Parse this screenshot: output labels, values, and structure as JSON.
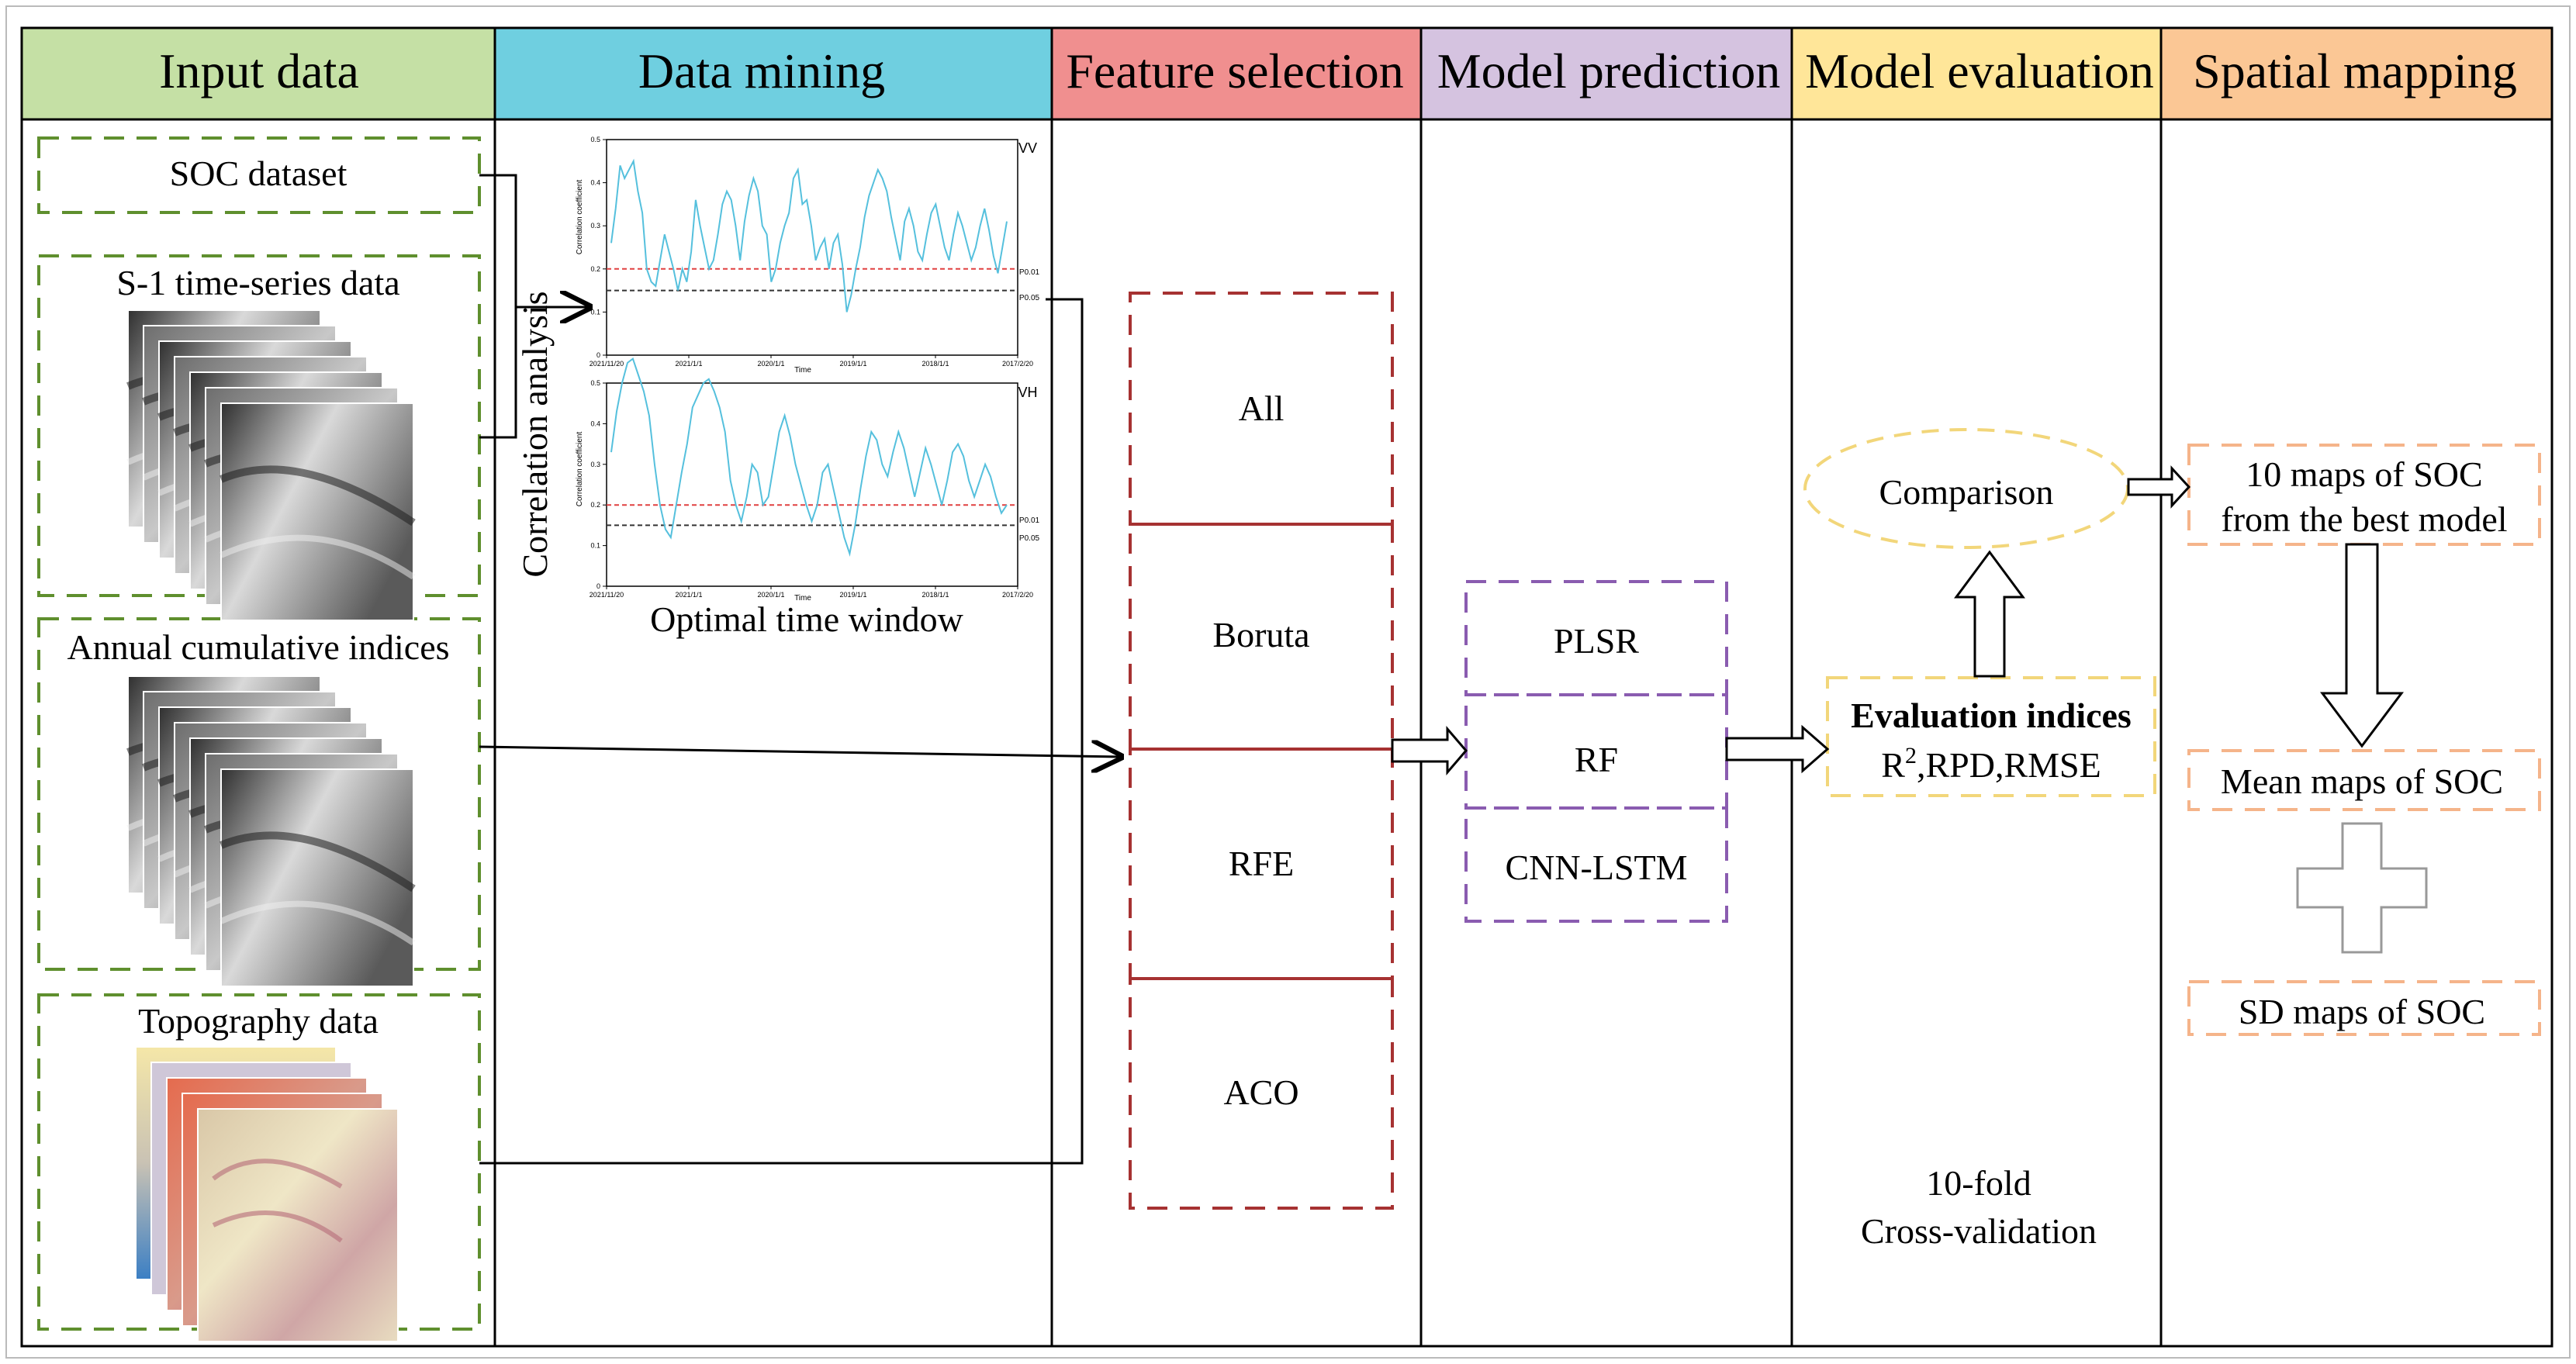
{
  "columns": [
    {
      "title": "Input data",
      "color": "#c5e0a5"
    },
    {
      "title": "Data mining",
      "color": "#6fcfe0"
    },
    {
      "title": "Feature selection",
      "color": "#f08f8f"
    },
    {
      "title": "Model prediction",
      "color": "#d5c3e0"
    },
    {
      "title": "Model evaluation",
      "color": "#ffe699"
    },
    {
      "title": "Spatial mapping",
      "color": "#fbc795"
    }
  ],
  "input": {
    "soc": "SOC dataset",
    "s1": "S-1 time-series data",
    "annual": "Annual cumulative indices",
    "topo": "Topography data"
  },
  "mining": {
    "correlation": "Correlation analysis",
    "window": "Optimal time window",
    "vv_tag": "VV",
    "vh_tag": "VH",
    "ylabel": "Correlation coefficient",
    "xlabel": "Time",
    "yticks": [
      "0.5",
      "0.4",
      "0.3",
      "0.2",
      "0.1",
      "0"
    ],
    "xticks": [
      "2021/11/20",
      "2021/1/1",
      "2020/1/1",
      "2019/1/1",
      "2018/1/1",
      "2017/2/20"
    ],
    "p001": "P0.01",
    "p005": "P0.05"
  },
  "features": [
    "All",
    "Boruta",
    "RFE",
    "ACO"
  ],
  "models": [
    "PLSR",
    "RF",
    "CNN-LSTM"
  ],
  "evaluation": {
    "comparison": "Comparison",
    "indices_title": "Evaluation indices",
    "indices_r": "R",
    "indices_sup": "2",
    "indices_rest": ",RPD,RMSE",
    "cv_line1": "10-fold",
    "cv_line2": "Cross-validation"
  },
  "mapping": {
    "maps_line1": "10 maps of SOC",
    "maps_line2": "from the best model",
    "mean": "Mean maps of SOC",
    "sd": "SD maps of SOC"
  },
  "colors": {
    "green_dash": "#5f8f2e",
    "red_dash": "#a63232",
    "purple_dash": "#8a5cb0",
    "yellow_dash": "#f2d67a",
    "orange_dash": "#f5b48a",
    "series": "#55c0dd",
    "p001_line": "#e04040",
    "p005_line": "#333333"
  },
  "chart_data": [
    {
      "type": "line",
      "tag": "VV",
      "xlabel": "Time",
      "ylabel": "Correlation coefficient",
      "ylim": [
        0,
        0.5
      ],
      "x_ticks": [
        "2021/11/20",
        "2021/1/1",
        "2020/1/1",
        "2019/1/1",
        "2018/1/1",
        "2017/2/20"
      ],
      "thresholds": [
        {
          "name": "P0.01",
          "value": 0.2
        },
        {
          "name": "P0.05",
          "value": 0.15
        }
      ],
      "values": [
        0.26,
        0.34,
        0.44,
        0.41,
        0.43,
        0.45,
        0.38,
        0.33,
        0.2,
        0.17,
        0.16,
        0.22,
        0.28,
        0.24,
        0.2,
        0.15,
        0.2,
        0.17,
        0.24,
        0.36,
        0.3,
        0.25,
        0.2,
        0.22,
        0.28,
        0.35,
        0.38,
        0.36,
        0.3,
        0.22,
        0.31,
        0.37,
        0.41,
        0.38,
        0.3,
        0.28,
        0.17,
        0.2,
        0.26,
        0.3,
        0.33,
        0.41,
        0.43,
        0.35,
        0.36,
        0.3,
        0.22,
        0.25,
        0.27,
        0.2,
        0.26,
        0.28,
        0.21,
        0.1,
        0.14,
        0.2,
        0.25,
        0.32,
        0.37,
        0.4,
        0.43,
        0.41,
        0.38,
        0.32,
        0.27,
        0.22,
        0.31,
        0.34,
        0.3,
        0.24,
        0.22,
        0.28,
        0.33,
        0.35,
        0.3,
        0.25,
        0.22,
        0.28,
        0.33,
        0.3,
        0.26,
        0.22,
        0.25,
        0.3,
        0.34,
        0.29,
        0.23,
        0.19,
        0.25,
        0.31
      ]
    },
    {
      "type": "line",
      "tag": "VH",
      "xlabel": "Time",
      "ylabel": "Correlation coefficient",
      "ylim": [
        0,
        0.5
      ],
      "x_ticks": [
        "2021/11/20",
        "2021/1/1",
        "2020/1/1",
        "2019/1/1",
        "2018/1/1",
        "2017/2/20"
      ],
      "thresholds": [
        {
          "name": "P0.01",
          "value": 0.2
        },
        {
          "name": "P0.05",
          "value": 0.15
        }
      ],
      "values": [
        0.33,
        0.43,
        0.5,
        0.55,
        0.56,
        0.52,
        0.48,
        0.42,
        0.3,
        0.2,
        0.14,
        0.12,
        0.2,
        0.28,
        0.35,
        0.44,
        0.47,
        0.5,
        0.51,
        0.48,
        0.44,
        0.38,
        0.26,
        0.2,
        0.16,
        0.22,
        0.3,
        0.28,
        0.2,
        0.22,
        0.3,
        0.38,
        0.42,
        0.37,
        0.3,
        0.25,
        0.2,
        0.16,
        0.2,
        0.28,
        0.3,
        0.24,
        0.18,
        0.12,
        0.08,
        0.15,
        0.24,
        0.32,
        0.38,
        0.36,
        0.3,
        0.27,
        0.33,
        0.38,
        0.34,
        0.28,
        0.22,
        0.28,
        0.34,
        0.3,
        0.25,
        0.2,
        0.26,
        0.33,
        0.35,
        0.32,
        0.26,
        0.22,
        0.26,
        0.3,
        0.27,
        0.22,
        0.18,
        0.2
      ]
    }
  ]
}
